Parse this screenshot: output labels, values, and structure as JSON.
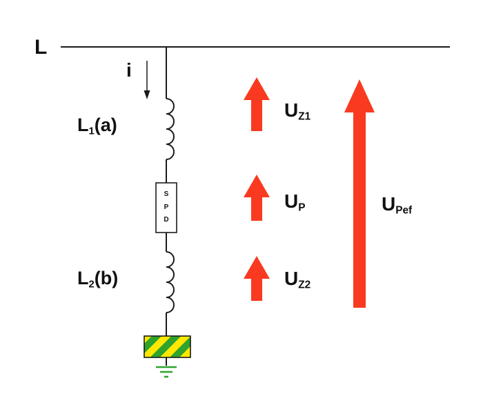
{
  "colors": {
    "arrow-red": "#f93a20",
    "wire": "#1a1a1a",
    "earth-yellow": "#ffe800",
    "earth-green": "#2fa32c"
  },
  "diagram": {
    "line_label": "L",
    "current_label": "i",
    "inductor1": {
      "main": "L",
      "sub": "1",
      "suffix": "(a)"
    },
    "inductor2": {
      "main": "L",
      "sub": "2",
      "suffix": "(b)"
    },
    "spd_letters": [
      "S",
      "P",
      "D"
    ],
    "voltages": {
      "uz1": {
        "main": "U",
        "sub": "Z1"
      },
      "up": {
        "main": "U",
        "sub": "P"
      },
      "uz2": {
        "main": "U",
        "sub": "Z2"
      },
      "upef": {
        "main": "U",
        "sub": "Pef"
      }
    }
  }
}
